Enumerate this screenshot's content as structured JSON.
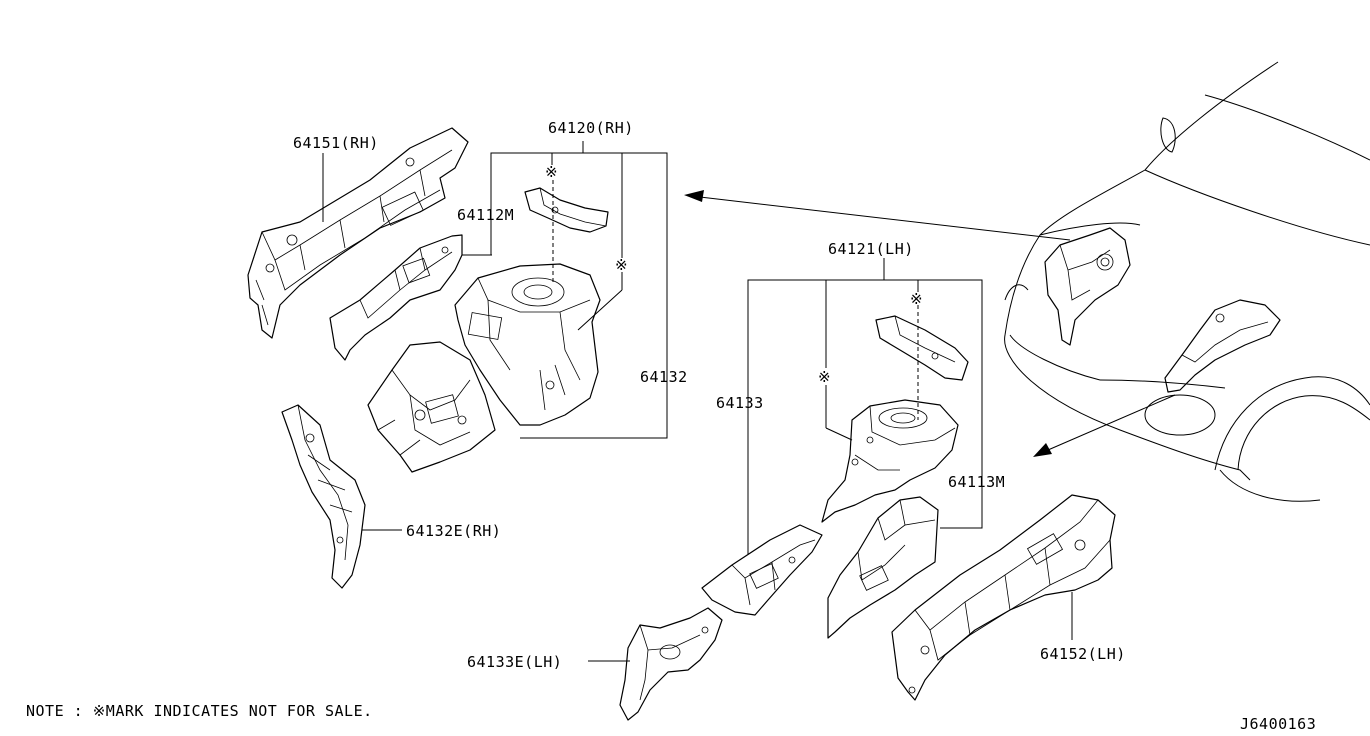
{
  "labels": {
    "p64151": "64151(RH)",
    "p64120": "64120(RH)",
    "p64112M": "64112M",
    "p64132": "64132",
    "p64132E": "64132E(RH)",
    "p64121": "64121(LH)",
    "p64133": "64133",
    "p64113M": "64113M",
    "p64133E": "64133E(LH)",
    "p64152": "64152(LH)"
  },
  "marks": {
    "not_for_sale": "※"
  },
  "note": "NOTE : ※MARK INDICATES NOT FOR SALE.",
  "diagram_code": "J6400163"
}
